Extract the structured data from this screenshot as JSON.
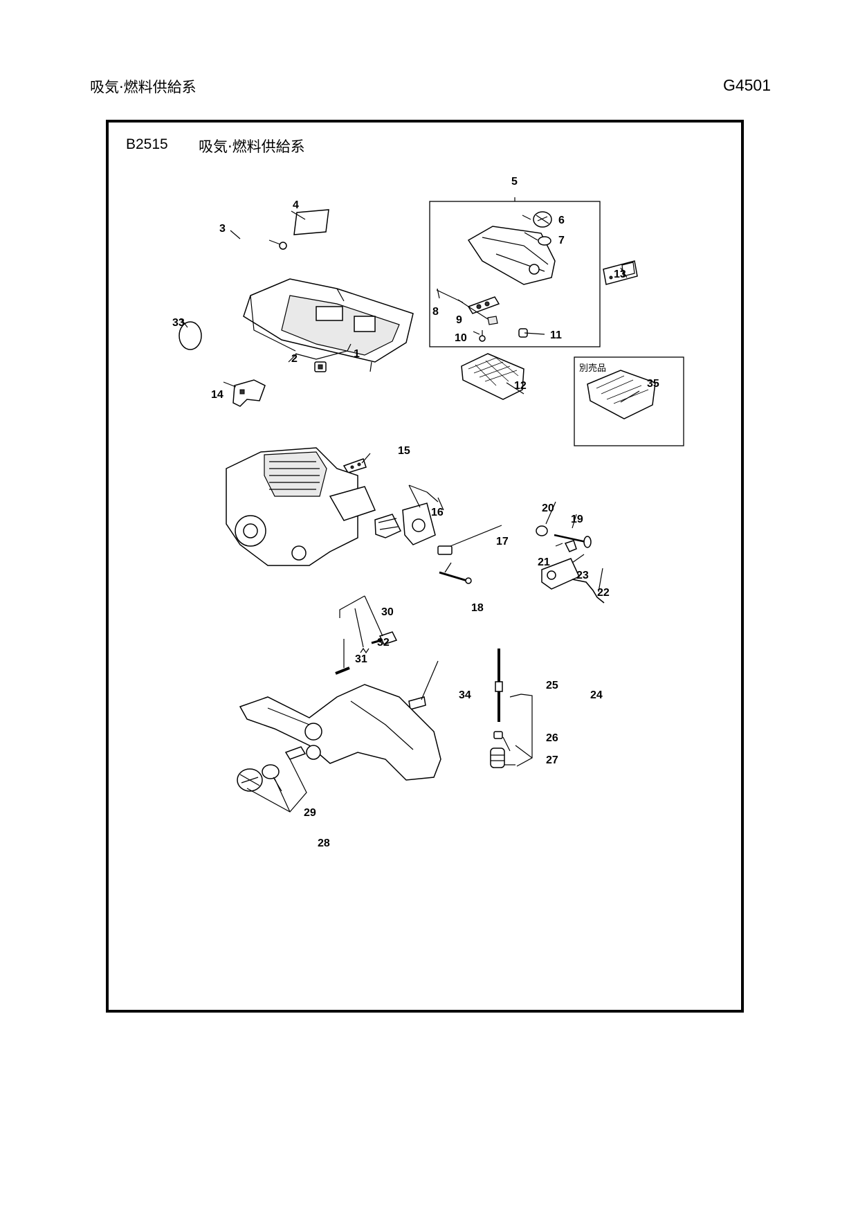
{
  "header": {
    "title": "吸気·燃料供給系",
    "code": "G4501"
  },
  "diagram": {
    "code": "B2515",
    "title": "吸気·燃料供給系",
    "sold_separately_label": "別売品",
    "callouts": [
      "1",
      "2",
      "3",
      "4",
      "5",
      "6",
      "7",
      "8",
      "9",
      "10",
      "11",
      "12",
      "13",
      "14",
      "15",
      "16",
      "17",
      "18",
      "19",
      "20",
      "21",
      "22",
      "23",
      "24",
      "25",
      "26",
      "27",
      "28",
      "29",
      "30",
      "31",
      "32",
      "33",
      "34",
      "35"
    ]
  }
}
